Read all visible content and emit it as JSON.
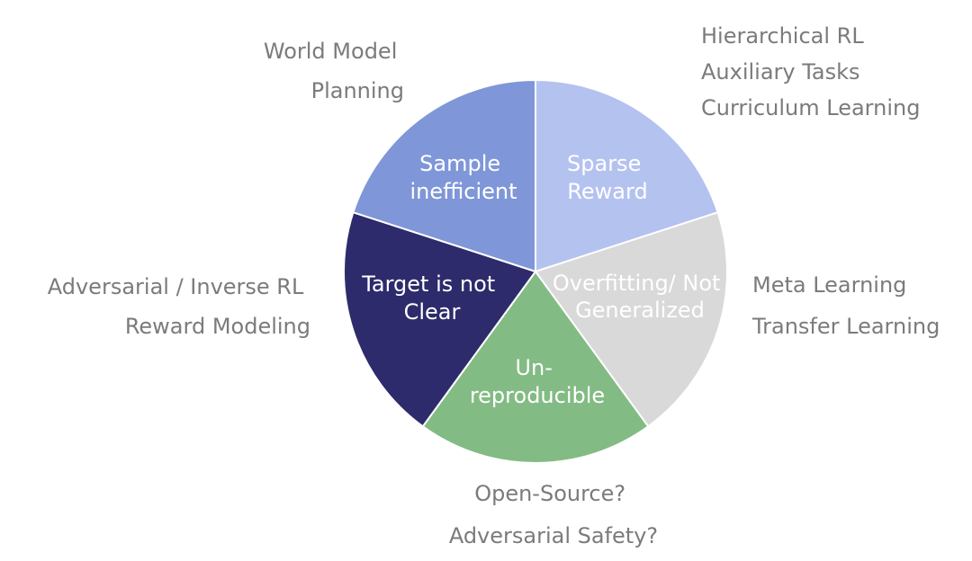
{
  "colors": {
    "background": "#ffffff",
    "divider": "#ffffff",
    "annotation_text": "#7b7b7b",
    "slice_text": "#ffffff"
  },
  "segments": [
    {
      "key": "sample-inefficient",
      "lines": [
        "Sample",
        "inefficient"
      ],
      "color": "#b4c2f0",
      "solutions": [
        "World Model",
        "Planning"
      ]
    },
    {
      "key": "sparse-reward",
      "lines": [
        "Sparse",
        "Reward"
      ],
      "color": "#d9d9d9",
      "solutions": [
        "Hierarchical RL",
        "Auxiliary Tasks",
        "Curriculum Learning"
      ]
    },
    {
      "key": "overfitting",
      "lines": [
        "Overfitting/ Not",
        "Generalized"
      ],
      "color": "#83bb84",
      "solutions": [
        "Meta Learning",
        "Transfer Learning"
      ]
    },
    {
      "key": "unreproducible",
      "lines": [
        "Un-",
        "reproducible"
      ],
      "color": "#2d2b6b",
      "solutions": [
        "Open-Source?",
        "Adversarial Safety?"
      ]
    },
    {
      "key": "target-unclear",
      "lines": [
        "Target is not",
        "Clear"
      ],
      "color": "#7f97d8",
      "solutions": [
        "Adversarial / Inverse RL",
        "Reward Modeling"
      ]
    }
  ]
}
